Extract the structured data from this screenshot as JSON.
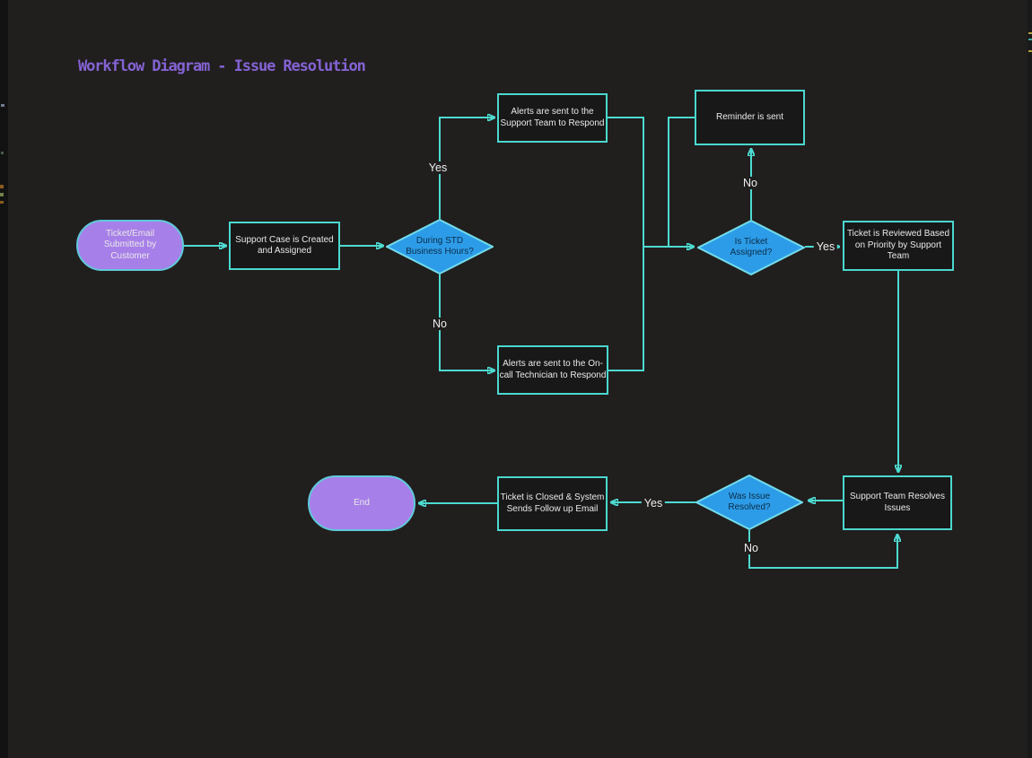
{
  "title": "Workflow Diagram - Issue Resolution",
  "colors": {
    "background": "#211e1e",
    "connector_teal": "#4ddbd0",
    "rect_border": "#4ad8ce",
    "rect_fill": "#191818",
    "diamond_fill": "#2d9ce8",
    "diamond_border": "#72dcea",
    "diamond_text": "#0b2b47",
    "stadium_fill": "#a77fe8",
    "title_purple": "#8463d4",
    "node_text": "#e9e9e9"
  },
  "nodes": {
    "start": {
      "type": "stadium",
      "label": "Ticket/Email\nSubmitted by\nCustomer"
    },
    "support_case": {
      "type": "process",
      "label": "Support Case is Created\nand Assigned"
    },
    "during_std": {
      "type": "decision",
      "label": "During STD\nBusiness Hours?"
    },
    "alerts_support": {
      "type": "process",
      "label": "Alerts are sent to the\nSupport Team to Respond"
    },
    "alerts_oncall": {
      "type": "process",
      "label": "Alerts are sent to the On-\ncall Technician to Respond"
    },
    "reminder": {
      "type": "process",
      "label": "Reminder is sent"
    },
    "is_assigned": {
      "type": "decision",
      "label": "Is Ticket\nAssigned?"
    },
    "reviewed": {
      "type": "process",
      "label": "Ticket is Reviewed Based\non Priority by Support\nTeam"
    },
    "resolves": {
      "type": "process",
      "label": "Support Team Resolves\nIssues"
    },
    "was_resolved": {
      "type": "decision",
      "label": "Was Issue\nResolved?"
    },
    "closed": {
      "type": "process",
      "label": "Ticket is Closed & System\nSends Follow up Email"
    },
    "end": {
      "type": "stadium",
      "label": "End"
    }
  },
  "edge_labels": {
    "std_yes": "Yes",
    "std_no": "No",
    "assigned_no": "No",
    "assigned_yes": "Yes",
    "resolved_yes": "Yes",
    "resolved_no": "No"
  }
}
